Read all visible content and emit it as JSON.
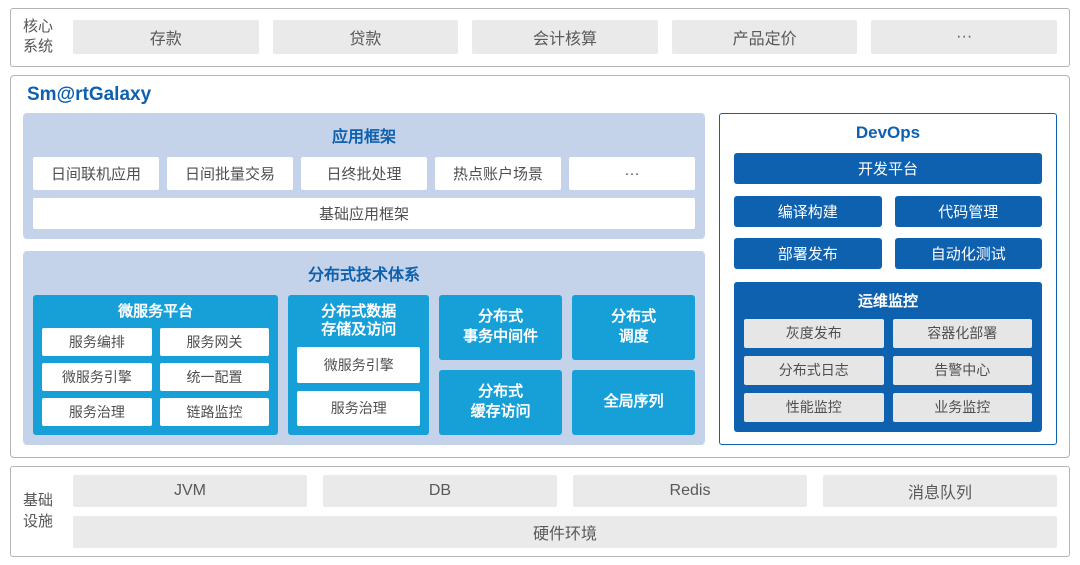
{
  "colors": {
    "dark_blue": "#0e61ae",
    "cyan": "#17a0d8",
    "section_bg": "#c5d3ea",
    "gray_box": "#eaeaea",
    "gray_text": "#595959",
    "border_gray": "#b3b3b3",
    "ops_gray": "#e6e6e6"
  },
  "core_systems": {
    "label": "核心系统",
    "items": [
      "存款",
      "贷款",
      "会计核算",
      "产品定价",
      "···"
    ]
  },
  "platform": {
    "title": "Sm@rtGalaxy",
    "app_framework": {
      "title": "应用框架",
      "apps": [
        "日间联机应用",
        "日间批量交易",
        "日终批处理",
        "热点账户场景",
        "···"
      ],
      "base": "基础应用框架"
    },
    "distributed": {
      "title": "分布式技术体系",
      "microservice": {
        "title": "微服务平台",
        "items": [
          "服务编排",
          "服务网关",
          "微服务引擎",
          "统一配置",
          "服务治理",
          "链路监控"
        ]
      },
      "data_storage": {
        "title": "分布式数据\n存储及访问",
        "items": [
          "微服务引擎",
          "服务治理"
        ]
      },
      "transaction": "分布式\n事务中间件",
      "cache": "分布式\n缓存访问",
      "scheduler": "分布式\n调度",
      "sequence": "全局序列"
    },
    "devops": {
      "title": "DevOps",
      "dev_platform": "开发平台",
      "tools": [
        "编译构建",
        "代码管理",
        "部署发布",
        "自动化测试"
      ],
      "ops_monitor": {
        "title": "运维监控",
        "items": [
          "灰度发布",
          "容器化部署",
          "分布式日志",
          "告警中心",
          "性能监控",
          "业务监控"
        ]
      }
    }
  },
  "infrastructure": {
    "label": "基础设施",
    "items": [
      "JVM",
      "DB",
      "Redis",
      "消息队列"
    ],
    "hardware": "硬件环境"
  }
}
